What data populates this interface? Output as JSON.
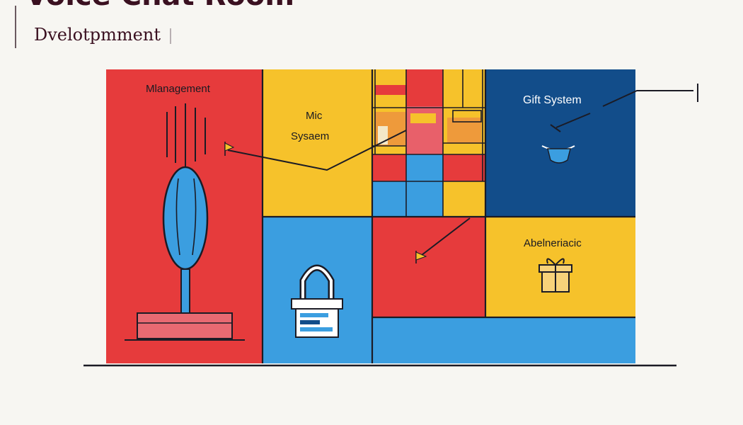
{
  "header": {
    "title": "Voice Chat Room",
    "subtitle": "Dvelotpmment"
  },
  "panels": {
    "management": "Mlanagement",
    "mic_line1": "Mic",
    "mic_line2": "Sysaem",
    "gift": "Gift System",
    "abelneriacic": "Abelneriacic"
  },
  "icons": {
    "microphone": "microphone-icon",
    "flag": "flag-icon",
    "lock": "lock-icon",
    "gift": "gift-icon",
    "lamp": "lamp-icon"
  },
  "colors": {
    "red": "#e63b3c",
    "yellow": "#f6c22b",
    "light_blue": "#3b9ee0",
    "dark_blue": "#124d8a",
    "outline": "#1b1b25",
    "background": "#f7f6f2"
  }
}
